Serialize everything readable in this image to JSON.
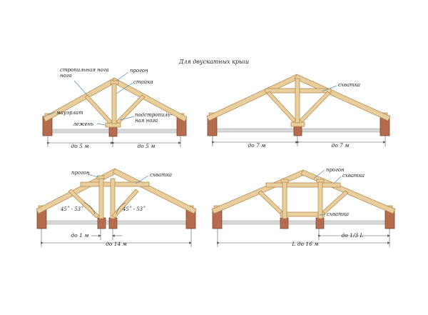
{
  "title": "Для двускатных крыш",
  "colors": {
    "timber_face": "#e9cf9e",
    "timber_edge": "#b98d52",
    "wall_brick": "#b56b4d",
    "wall_dark": "#7e4632",
    "beam_gray": "#dadada",
    "leader": "#4a8fb6",
    "dim": "#555555"
  },
  "diagrams": [
    {
      "labels": [
        "стропильная нога",
        "прогон",
        "стойка",
        "мауэрлат",
        "лежень",
        "подстропиль-ная нога"
      ],
      "dims": [
        "до 5 м",
        "до 5 м"
      ]
    },
    {
      "labels": [
        "схватка"
      ],
      "dims": [
        "до 7 м",
        "до 7 м"
      ]
    },
    {
      "labels": [
        "прогон",
        "схватка",
        "45˚ - 53˚",
        "45˚ - 53˚"
      ],
      "dims": [
        "до 1 м",
        "до 14 м"
      ]
    },
    {
      "labels": [
        "прогон",
        "схватка",
        "схватка"
      ],
      "dims": [
        "L до 16 м",
        "до 1/3 L"
      ]
    }
  ]
}
